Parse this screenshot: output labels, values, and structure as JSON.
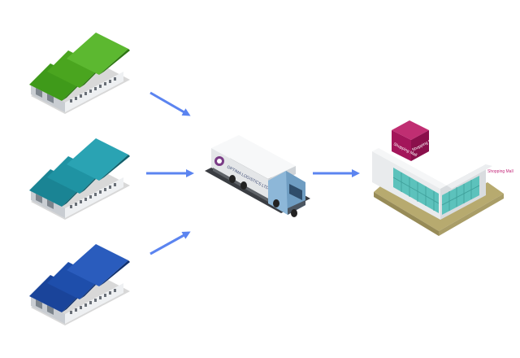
{
  "colors": {
    "background": "#ffffff",
    "arrow": "#5b84f0",
    "warehouse_green": "#4aa51f",
    "warehouse_teal": "#1f93a3",
    "warehouse_blue": "#1e4eab",
    "truck_cab": "#8db7d8",
    "mall_sign": "#a3155a",
    "mall_glass": "#5cc2bc"
  },
  "diagram": {
    "sources": [
      {
        "name": "warehouse-green",
        "icon": "warehouse-icon",
        "color": "#4aa51f"
      },
      {
        "name": "warehouse-teal",
        "icon": "warehouse-icon",
        "color": "#1f93a3"
      },
      {
        "name": "warehouse-blue",
        "icon": "warehouse-icon",
        "color": "#1e4eab"
      }
    ],
    "truck": {
      "icon": "delivery-truck-icon",
      "logo_text": "OPTIMA LOGISTICS LTD"
    },
    "destination": {
      "icon": "shopping-mall-icon",
      "sign_left": "Shopping Mall",
      "sign_right": "Shopping Mall",
      "facade_text": "Shopping Mall"
    }
  }
}
